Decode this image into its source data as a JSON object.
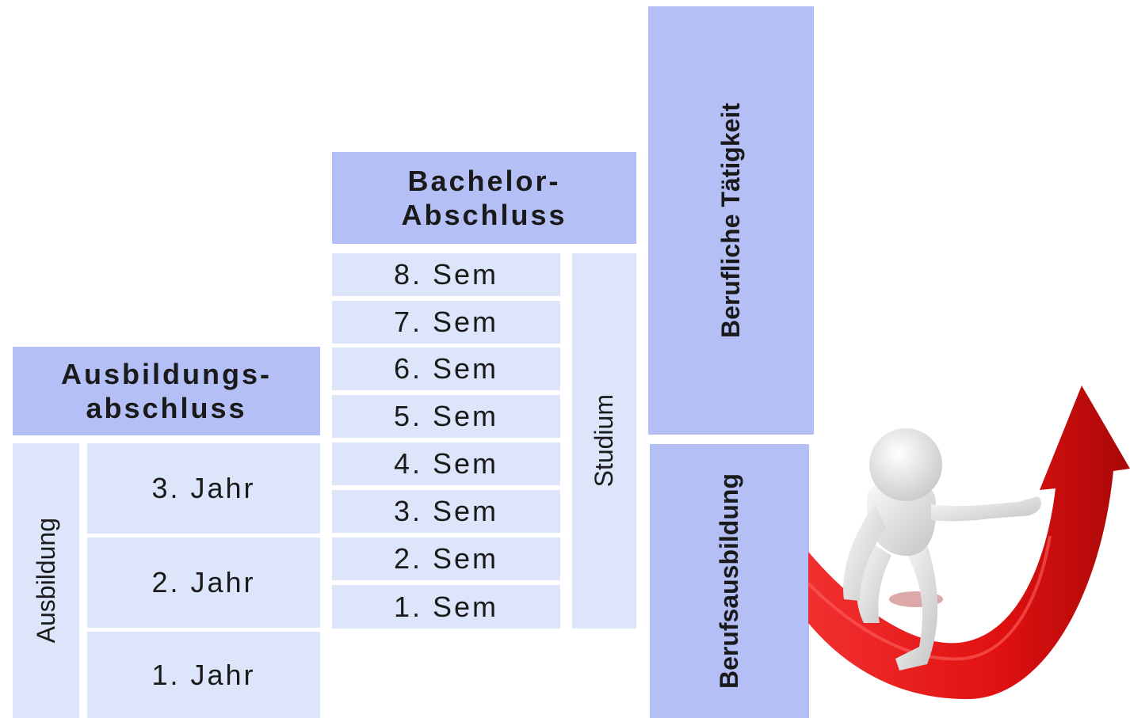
{
  "ausbildung": {
    "header": "Ausbildungs-\nabschluss",
    "side_label": "Ausbildung",
    "years": [
      "3. Jahr",
      "2. Jahr",
      "1. Jahr"
    ]
  },
  "studium": {
    "header": "Bachelor-\nAbschluss",
    "side_label": "Studium",
    "semesters": [
      "8. Sem",
      "7. Sem",
      "6. Sem",
      "5. Sem",
      "4. Sem",
      "3. Sem",
      "2. Sem",
      "1. Sem"
    ]
  },
  "beruf": {
    "upper_label": "Berufliche Tätigkeit",
    "lower_label": "Berufsausbildung"
  },
  "colors": {
    "dark": "#b4bff5",
    "light": "#dde5fb",
    "arrow": "#e01010"
  }
}
